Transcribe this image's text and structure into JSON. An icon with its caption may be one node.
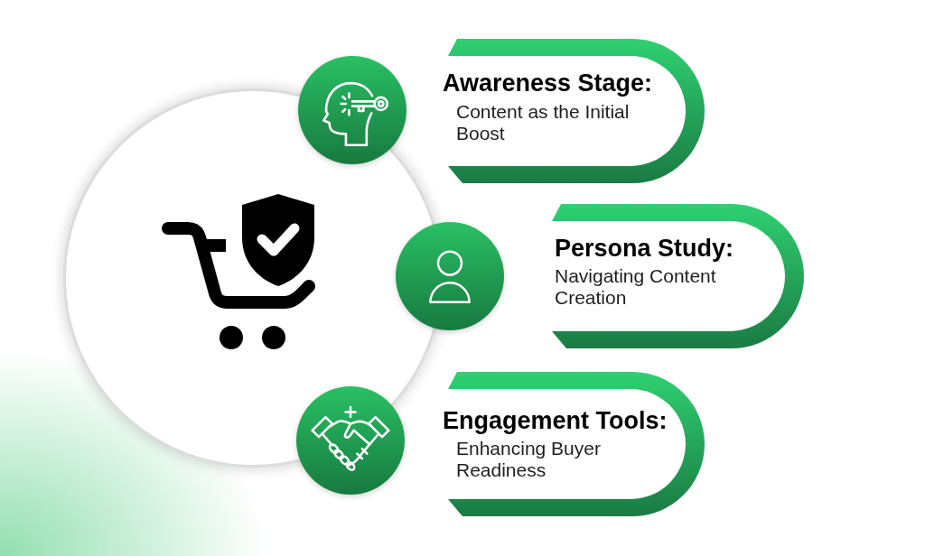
{
  "diagram": {
    "nodes": [
      {
        "text": [],
        "shape": "circle"
      },
      {
        "text": [],
        "shape": "circle"
      },
      {
        "text": [
          "Awareness Stage:",
          "Content as the Initial Boost"
        ]
      },
      {
        "text": [],
        "shape": "circle"
      },
      {
        "text": [
          "Persona Study:",
          "Navigating Content Creation"
        ]
      },
      {
        "text": [],
        "shape": "circle"
      },
      {
        "text": [
          "Engagement Tools:",
          "Enhancing Buyer Readiness"
        ]
      }
    ]
  }
}
